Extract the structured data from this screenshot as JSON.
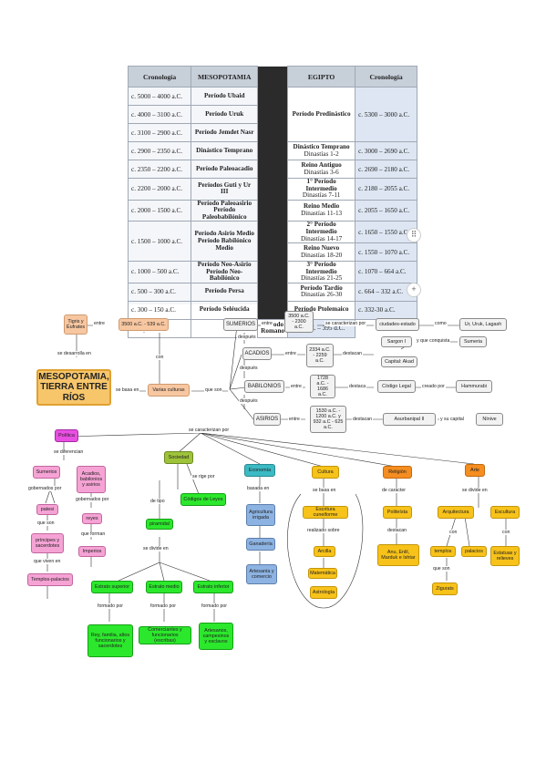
{
  "table": {
    "headers": [
      "Cronología",
      "MESOPOTAMIA",
      "EGIPTO",
      "Cronología"
    ],
    "meso": [
      {
        "date": "c. 5000 – 4000 a.C.",
        "period": "Período Ubaid"
      },
      {
        "date": "c. 4000 – 3100 a.C.",
        "period": "Período Uruk"
      },
      {
        "date": "c. 3100 – 2900 a.C.",
        "period": "Período Jemdet Nasr"
      },
      {
        "date": "c. 2900 – 2350 a.C.",
        "period": "Dinástico Temprano"
      },
      {
        "date": "c. 2350 – 2200 a.C.",
        "period": "Período Paleoacadio"
      },
      {
        "date": "c. 2200 – 2000 a.C.",
        "period": "Períodos Guti y Ur III"
      },
      {
        "date": "c. 2000 – 1500 a.C.",
        "period1": "Período Paleoasirio",
        "period2": "Período Paleobabilónico"
      },
      {
        "date": "c. 1500 – 1000 a.C.",
        "period1": "Período Asirio Medio",
        "period2": "Período Babilónico Medio"
      },
      {
        "date": "c. 1000 – 500 a.C.",
        "period1": "Período Neo-Asirio",
        "period2": "Período Neo-Babilónico"
      },
      {
        "date": "c. 500 – 300 a.C.",
        "period": "Período Persa"
      },
      {
        "date": "c. 300 – 150 a.C.",
        "period": "Período Seléucida"
      }
    ],
    "egypt": [
      {
        "name": "Período Predinástico",
        "date": "c. 5300 – 3000 a.C."
      },
      {
        "name": "Dinástico Temprano",
        "sub": "Dinastías 1-2",
        "date": "c. 3000 – 2690 a.C."
      },
      {
        "name": "Reino Antiguo",
        "sub": "Dinastías 3-6",
        "date": "c. 2690 – 2180 a.C."
      },
      {
        "name": "1° Período Intermedio",
        "sub": "Dinastías 7-11",
        "date": "c. 2180 – 2055 a.C."
      },
      {
        "name": "Reino Medio",
        "sub": "Dinastías 11-13",
        "date": "c. 2055 – 1650 a.C."
      },
      {
        "name": "2° Período Intermedio",
        "sub": "Dinastías 14-17",
        "date": "c. 1650 – 1550 a.C."
      },
      {
        "name": "Reino Nuevo",
        "sub": "Dinastías 18-20",
        "date": "c. 1550 – 1070 a.C."
      },
      {
        "name": "3° Período Intermedio",
        "sub": "Dinastías 21-25",
        "date": "c. 1070 – 664 a.C."
      },
      {
        "name": "Período Tardío",
        "sub": "Dinastías 26-30",
        "date": "c. 664 – 332 a.C."
      },
      {
        "name": "Período Ptolemaico",
        "date": "c. 332-30 a.C."
      },
      {
        "name": "Período Romano",
        "date": "c. 30 a.C. – 395 d.C."
      }
    ]
  },
  "map": {
    "center": "MESOPOTAMIA, TIERRA ENTRE RÍOS",
    "tigris": "Tigris y Éufrates",
    "entre": "entre",
    "era": "3500 a.C. - 539 a.C.",
    "se_desarrolla": "se desarrolla en",
    "con": "con",
    "se_basa": "se basa en",
    "varias": "Varias culturas",
    "que_son": "que son",
    "sumerios": "SUMERIOS",
    "sum_dates": "3500 a.C. - 2300 a.C.",
    "se_caracterizan": "se caracterizan por",
    "ciudades": "ciudades-estado",
    "como": "como",
    "ciudades_ej": "Ur, Uruk, Lagash",
    "despues": "después",
    "acadios": "ACADIOS",
    "acad_dates": "2334 a.C. - 2259 a.C.",
    "destacan": "destacan",
    "sargon": "Sargon I",
    "y_que_conquista": "y que conquista",
    "sumeria": "Sumeria",
    "capital_akad": "Capital: Akad",
    "babilonios": "BABILONIOS",
    "bab_dates": "1728 a.C. - 1686 a.C.",
    "destaca": "destaca",
    "codigo": "Código Legal",
    "creado_por": "creado por",
    "hammurabi": "Hammurabi",
    "asirios": "ASIRIOS",
    "asi_dates": "1530 a.C. - 1200 a.C. y 932 a.C - 625 a.C.",
    "asurbanipal": "Asurbanipal II",
    "su_capital": "y su capital",
    "ninive": "Nínive",
    "se_caracterizan2": "se caracterizan por",
    "politica": "Política",
    "se_diferencian": "se diferencian",
    "sumerios2": "Sumerios",
    "acadios2": "Acadios, babilonios y asirios",
    "gobernados_por": "gobernados por",
    "patesi": "patesi",
    "que_son2": "que son",
    "principes": "príncipes y sacerdotes",
    "que_viven": "que viven en",
    "templos_palacios": "Templos-palacios",
    "gobernados_por2": "gobernados por",
    "reyes": "reyes",
    "que_forman": "que forman",
    "imperios": "Imperios",
    "sociedad": "Sociedad",
    "se_rige": "se rige por",
    "codigos": "Códigos de Leyes",
    "de_tipo": "de tipo",
    "piramidal": "piramidal",
    "se_divide": "se divide en",
    "estrato_sup": "Estrato superior",
    "estrato_med": "Estrato medio",
    "estrato_inf": "Estrato inferior",
    "formado_por": "formado por",
    "sup_desc": "Rey, familia, altos funcionarios y sacerdotes",
    "med_desc": "Comerciantes y funcionarios (escribas)",
    "inf_desc": "Artesanos, campesinos y esclavos",
    "economia": "Economía",
    "basada_en": "basada en",
    "agricultura": "Agricultura irrigada",
    "ganaderia": "Ganadería",
    "artesania": "Artesanía y comercio",
    "cultura": "Cultura",
    "se_basa2": "se basa en",
    "escritura": "Escritura cuneiforme",
    "realizado_sobre": "realizado sobre",
    "arcilla": "Arcilla",
    "matematica": "Matemática",
    "astrologia": "Astrología",
    "religion": "Religión",
    "de_caracter": "de carácter",
    "politeista": "Politeísta",
    "destacan2": "destacan",
    "dioses": "Anu, Enlil, Marduk e Ishtar",
    "arte": "Arte",
    "se_divide2": "se divide en",
    "arquitectura": "Arquitectura",
    "escultura": "Escultura",
    "con2": "con",
    "templos": "templos",
    "palacios": "palacios",
    "que_son3": "que son",
    "zigurats": "Zigurats",
    "con3": "con",
    "estatuas": "Estatuas y relieves"
  }
}
